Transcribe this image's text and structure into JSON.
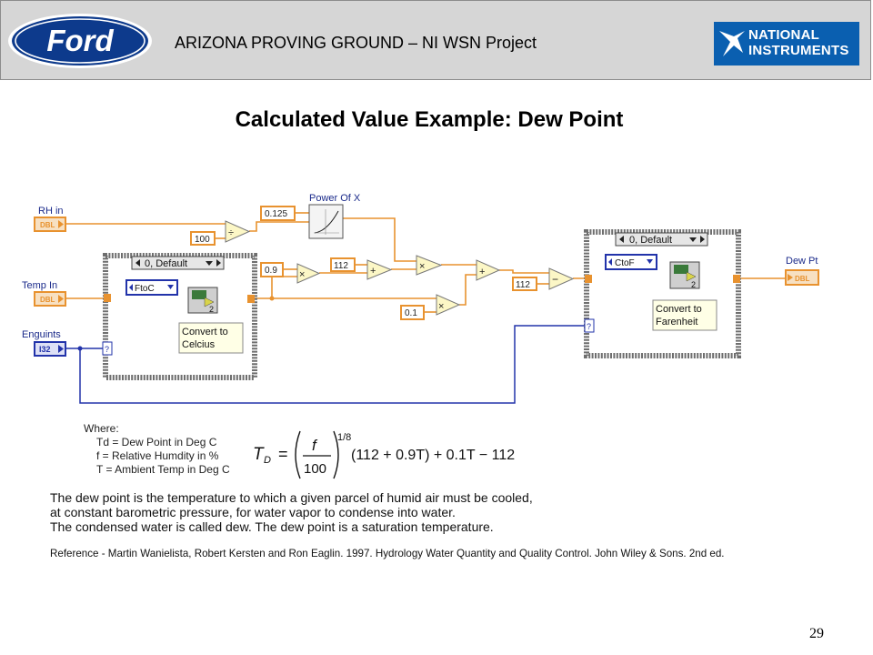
{
  "header": {
    "ford_logo_text": "Ford",
    "title": "ARIZONA PROVING GROUND – NI WSN Project",
    "ni_logo_line1": "NATIONAL",
    "ni_logo_line2": "INSTRUMENTS"
  },
  "slide": {
    "title": "Calculated Value Example: Dew Point",
    "page_number": "29"
  },
  "diagram": {
    "inputs": {
      "rh_label": "RH in",
      "temp_label": "Temp In",
      "engunits_label": "Enguints",
      "dbl_tag": "DBL",
      "i32_tag": "I32"
    },
    "output": {
      "label": "Dew Pt",
      "dbl_tag": "DBL"
    },
    "constants": {
      "c100": "100",
      "c0125": "0.125",
      "c09": "0.9",
      "c112a": "112",
      "c01": "0.1",
      "c112b": "112"
    },
    "power_label": "Power Of X",
    "case_left": {
      "selector": "0, Default",
      "vi_label": "FtoC",
      "sub_value": "2",
      "caption_line1": "Convert to",
      "caption_line2": "Celcius",
      "question": "?"
    },
    "case_right": {
      "selector": "0, Default",
      "vi_label": "CtoF",
      "sub_value": "2",
      "caption_line1": "Convert to",
      "caption_line2": "Farenheit",
      "question": "?"
    },
    "ops": {
      "divide": "÷",
      "multiply": "×",
      "add": "+",
      "subtract": "−"
    }
  },
  "where": {
    "title": "Where:",
    "lines": [
      "Td = Dew Point in Deg C",
      "f = Relative Humdity in %",
      "T = Ambient Temp in Deg C"
    ]
  },
  "formula": {
    "lhs": "T",
    "lhs_sub": "D",
    "eq": "=",
    "numerator": "f",
    "denominator": "100",
    "exponent": "1/8",
    "rest": "(112 + 0.9T) + 0.1T − 112"
  },
  "description": {
    "lines": [
      "The dew point is the temperature to which a given parcel of humid air must be cooled,",
      "at constant barometric pressure, for water vapor to condense into water.",
      "The condensed water is called dew.   The dew point is a saturation temperature."
    ]
  },
  "reference": "Reference - Martin Wanielista, Robert Kersten and Ron Eaglin. 1997. Hydrology Water Quantity and Quality Control. John Wiley & Sons. 2nd ed."
}
